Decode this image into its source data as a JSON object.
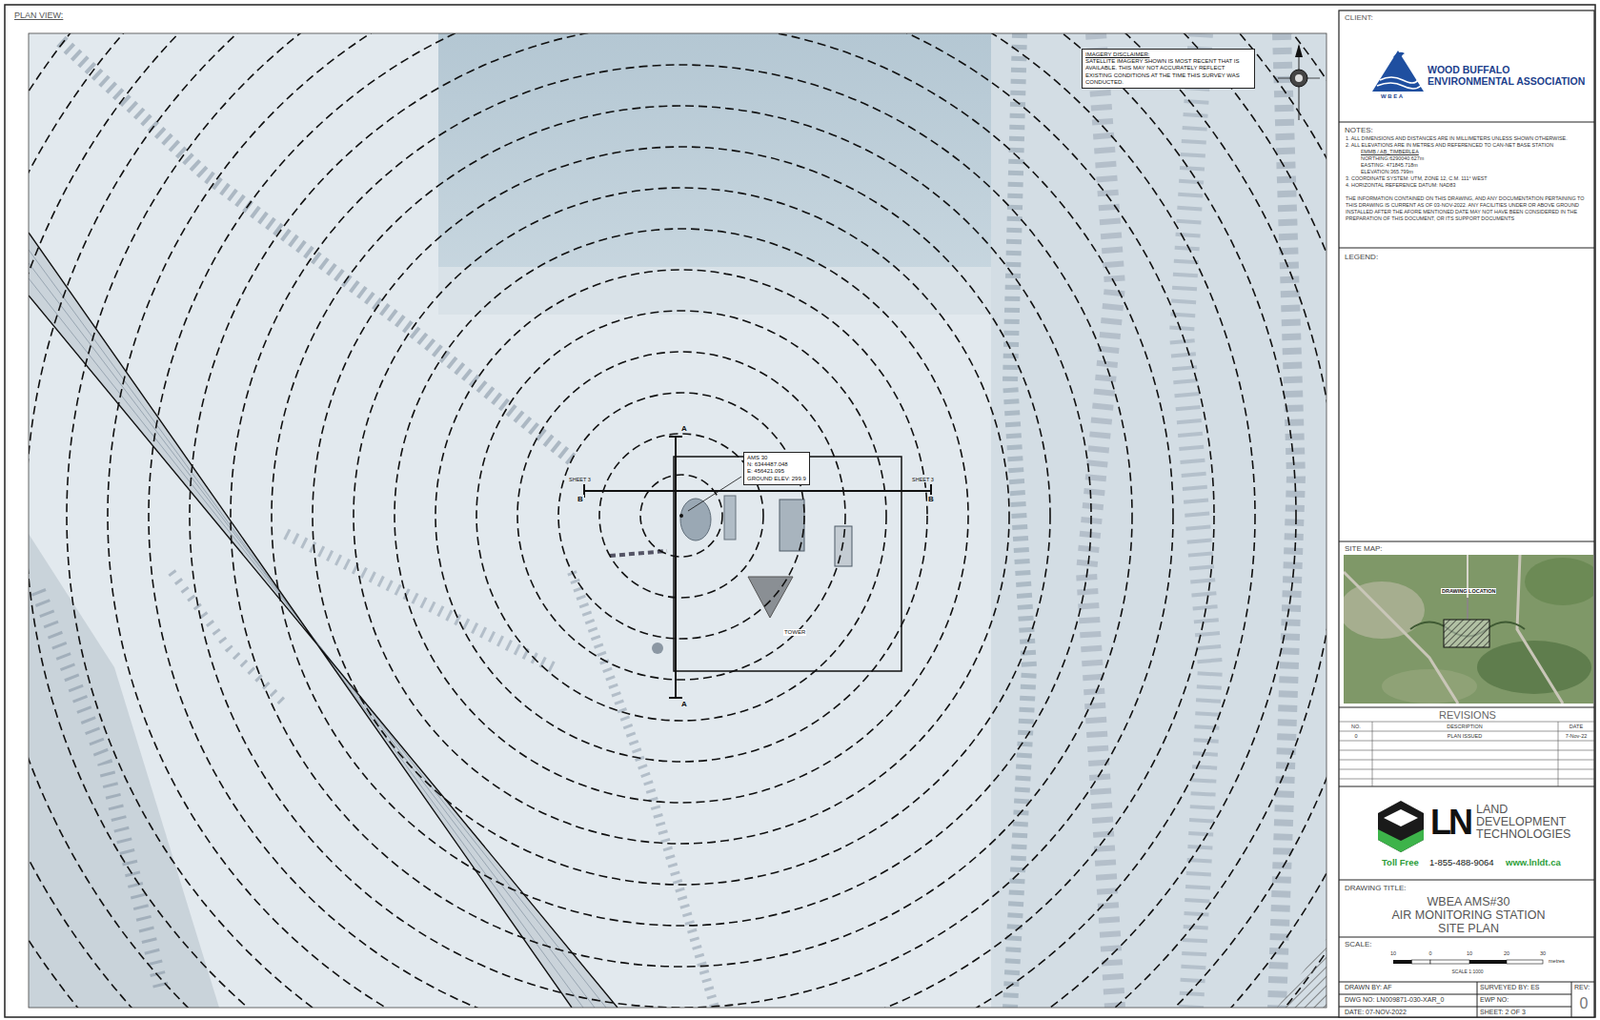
{
  "diagram": {
    "nodes": [
      {
        "text": [
          "IMAGERY DISCLAIMER:",
          "SATELLITE IMAGERY SHOWN IS MOST RECENT THAT IS AVAILABLE. THIS MAY NOT ACCURATELY REFLECT EXISTING CONDITIONS AT THE TIME THIS SURVEY WAS CONDUCTED."
        ]
      },
      {
        "text": [
          "AMS 30",
          "N: 6344487.048",
          "E: 456421.095",
          "GROUND ELEV: 299.9"
        ]
      }
    ],
    "labels": [
      "PLAN VIEW:",
      "CLIENT:",
      "WOOD BUFFALO ENVIRONMENTAL ASSOCIATION",
      "W B E A",
      "NOTES:",
      "1. ALL DIMENSIONS AND DISTANCES ARE IN MILLIMETERS UNLESS SHOWN OTHERWISE.",
      "2. ALL ELEVATIONS ARE IN METRES AND REFERENCED TO CAN-NET BASE STATION",
      "FMMB / AB_TIMBERLEA",
      "NORTHING:6290040.627m",
      "EASTING: 471845.718m",
      "ELEVATION:365.799m",
      "3. COORDINATE SYSTEM: UTM, ZONE 12, C.M. 111° WEST",
      "4. HORIZONTAL REFERENCE DATUM: NAD83",
      "THE INFORMATION CONTAINED ON THIS DRAWING, AND ANY DOCUMENTATION PERTAINING TO THIS DRAWING IS CURRENT AS OF 03-NOV-2022. ANY FACILITIES UNDER OR ABOVE GROUND INSTALLED AFTER THE AFORE MENTIONED DATE MAY NOT HAVE BEEN CONSIDERED IN THE PREPARATION OF THIS DOCUMENT, OR ITS SUPPORT DOCUMENTS",
      "LEGEND:",
      "SITE MAP:",
      "DRAWING LOCATION",
      "REVISIONS",
      "NO.",
      "DESCRIPTION",
      "DATE",
      "0",
      "PLAN ISSUED",
      "7-Nov-22",
      "LN",
      "LAND DEVELOPMENT TECHNOLOGIES",
      "Toll Free",
      "1-855-488-9064",
      "www.lnldt.ca",
      "DRAWING TITLE:",
      "WBEA AMS#30",
      "AIR MONITORING STATION",
      "SITE PLAN",
      "SCALE:",
      "10",
      "0",
      "10",
      "20",
      "30",
      "metres",
      "SCALE 1:1000",
      "DRAWN BY: AF",
      "SURVEYED BY: ES",
      "REV:",
      "DWG NO: LN009871-030-XAR_0",
      "EWP NO:",
      "0",
      "DATE: 07-NOV-2022",
      "SHEET: 2 OF 3",
      "SHEET 3",
      "B",
      "SHEET 3",
      "B",
      "A",
      "A",
      "TOWER"
    ]
  }
}
